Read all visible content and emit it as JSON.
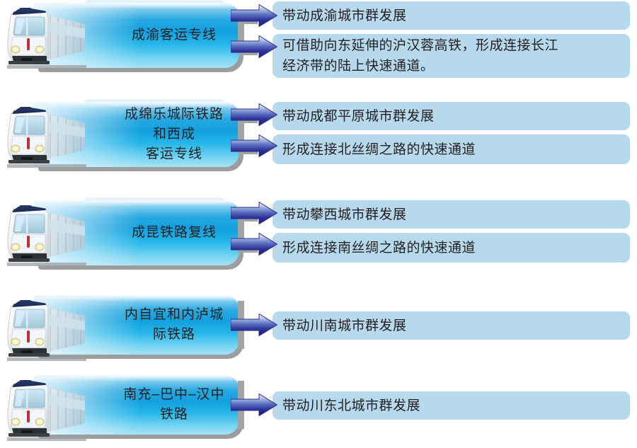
{
  "diagram": {
    "title": "",
    "colors": {
      "capsule_top": "#8fd3f2",
      "capsule_mid": "#12a0df",
      "capsule_bottom": "#a8e2f7",
      "text_panel": "#b7d9ee",
      "connector_gray": "#a0a4a5",
      "arrow_dark": "#2a2e8f",
      "arrow_light": "#dfe9f7",
      "text": "#231f20"
    },
    "icons": {
      "train": "train-icon",
      "arrow": "arrow-right-icon"
    },
    "rows": [
      {
        "id": "chengyu",
        "label": "成渝客运专线",
        "outcomes": [
          "带动成渝城市群发展",
          "可借助向东延伸的沪汉蓉高铁，形成连接长江\n经济带的陆上快速通道。"
        ]
      },
      {
        "id": "chengmianle-xicheng",
        "label": "成绵乐城际铁路和西成\n客运专线",
        "outcomes": [
          "带动成都平原城市群发展",
          "形成连接北丝绸之路的快速通道"
        ]
      },
      {
        "id": "chengkun",
        "label": "成昆铁路复线",
        "outcomes": [
          "带动攀西城市群发展",
          "形成连接南丝绸之路的快速通道"
        ]
      },
      {
        "id": "neiziyi-neilu",
        "label": "内自宜和内泸城际铁路",
        "outcomes": [
          "带动川南城市群发展"
        ]
      },
      {
        "id": "nanchong-bazhong-hanzhong",
        "label": "南充–巴中–汉中铁路",
        "outcomes": [
          "带动川东北城市群发展"
        ]
      }
    ]
  }
}
